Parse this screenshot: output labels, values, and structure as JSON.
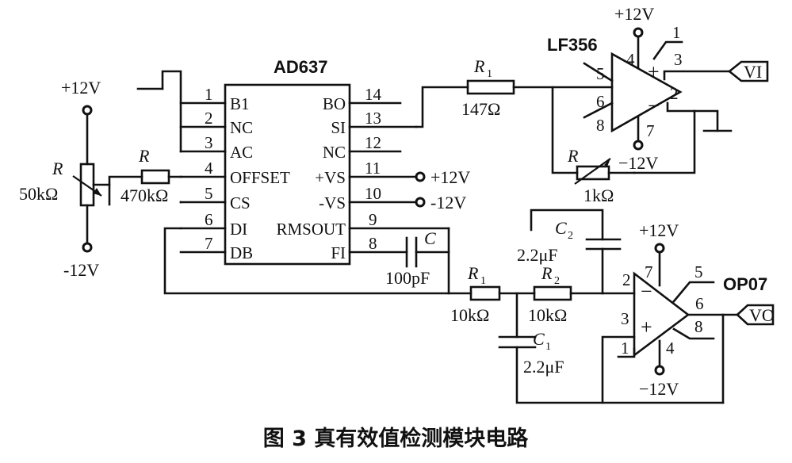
{
  "caption": "图 3  真有效值检测模块电路",
  "ad637": {
    "title": "AD637",
    "left_pins": [
      {
        "num": "1",
        "name": "B1"
      },
      {
        "num": "2",
        "name": "NC"
      },
      {
        "num": "3",
        "name": "AC"
      },
      {
        "num": "4",
        "name": "OFFSET"
      },
      {
        "num": "5",
        "name": "CS"
      },
      {
        "num": "6",
        "name": "DI"
      },
      {
        "num": "7",
        "name": "DB"
      }
    ],
    "right_pins": [
      {
        "num": "14",
        "name": "BO"
      },
      {
        "num": "13",
        "name": "SI"
      },
      {
        "num": "12",
        "name": "NC"
      },
      {
        "num": "11",
        "name": "+VS"
      },
      {
        "num": "10",
        "name": "-VS"
      },
      {
        "num": "9",
        "name": "RMSOUT"
      },
      {
        "num": "8",
        "name": "FI"
      }
    ]
  },
  "supplies": {
    "pos": "+12V",
    "neg": "-12V",
    "pin11": "+12V",
    "pin10": "-12V"
  },
  "pot": {
    "name": "R",
    "value": "50kΩ"
  },
  "r_offset": {
    "name": "R",
    "value": "470kΩ"
  },
  "cap_c": {
    "name": "C",
    "value": "100pF"
  },
  "lf356": {
    "title": "LF356",
    "r1": {
      "name": "R",
      "sub": "1",
      "value": "147Ω"
    },
    "rv": {
      "name": "R",
      "value": "1kΩ"
    },
    "pins": {
      "p1": "1",
      "p2": "2",
      "p3": "3",
      "p4": "4",
      "p5": "5",
      "p6": "6",
      "p7": "7",
      "p8": "8"
    },
    "plus": "+",
    "minus": "−",
    "vcc": "+12V",
    "vee": "−12V",
    "input": "VI"
  },
  "filter": {
    "r1": {
      "name": "R",
      "sub": "1",
      "value": "10kΩ"
    },
    "r2": {
      "name": "R",
      "sub": "2",
      "value": "10kΩ"
    },
    "c1": {
      "name": "C",
      "sub": "1",
      "value": "2.2μF"
    },
    "c2": {
      "name": "C",
      "sub": "2",
      "value": "2.2μF"
    }
  },
  "op07": {
    "title": "OP07",
    "pins": {
      "p1": "1",
      "p2": "2",
      "p3": "3",
      "p4": "4",
      "p5": "5",
      "p6": "6",
      "p7": "7",
      "p8": "8"
    },
    "plus": "+",
    "minus": "−",
    "vcc": "+12V",
    "vee": "−12V",
    "output": "VO"
  }
}
